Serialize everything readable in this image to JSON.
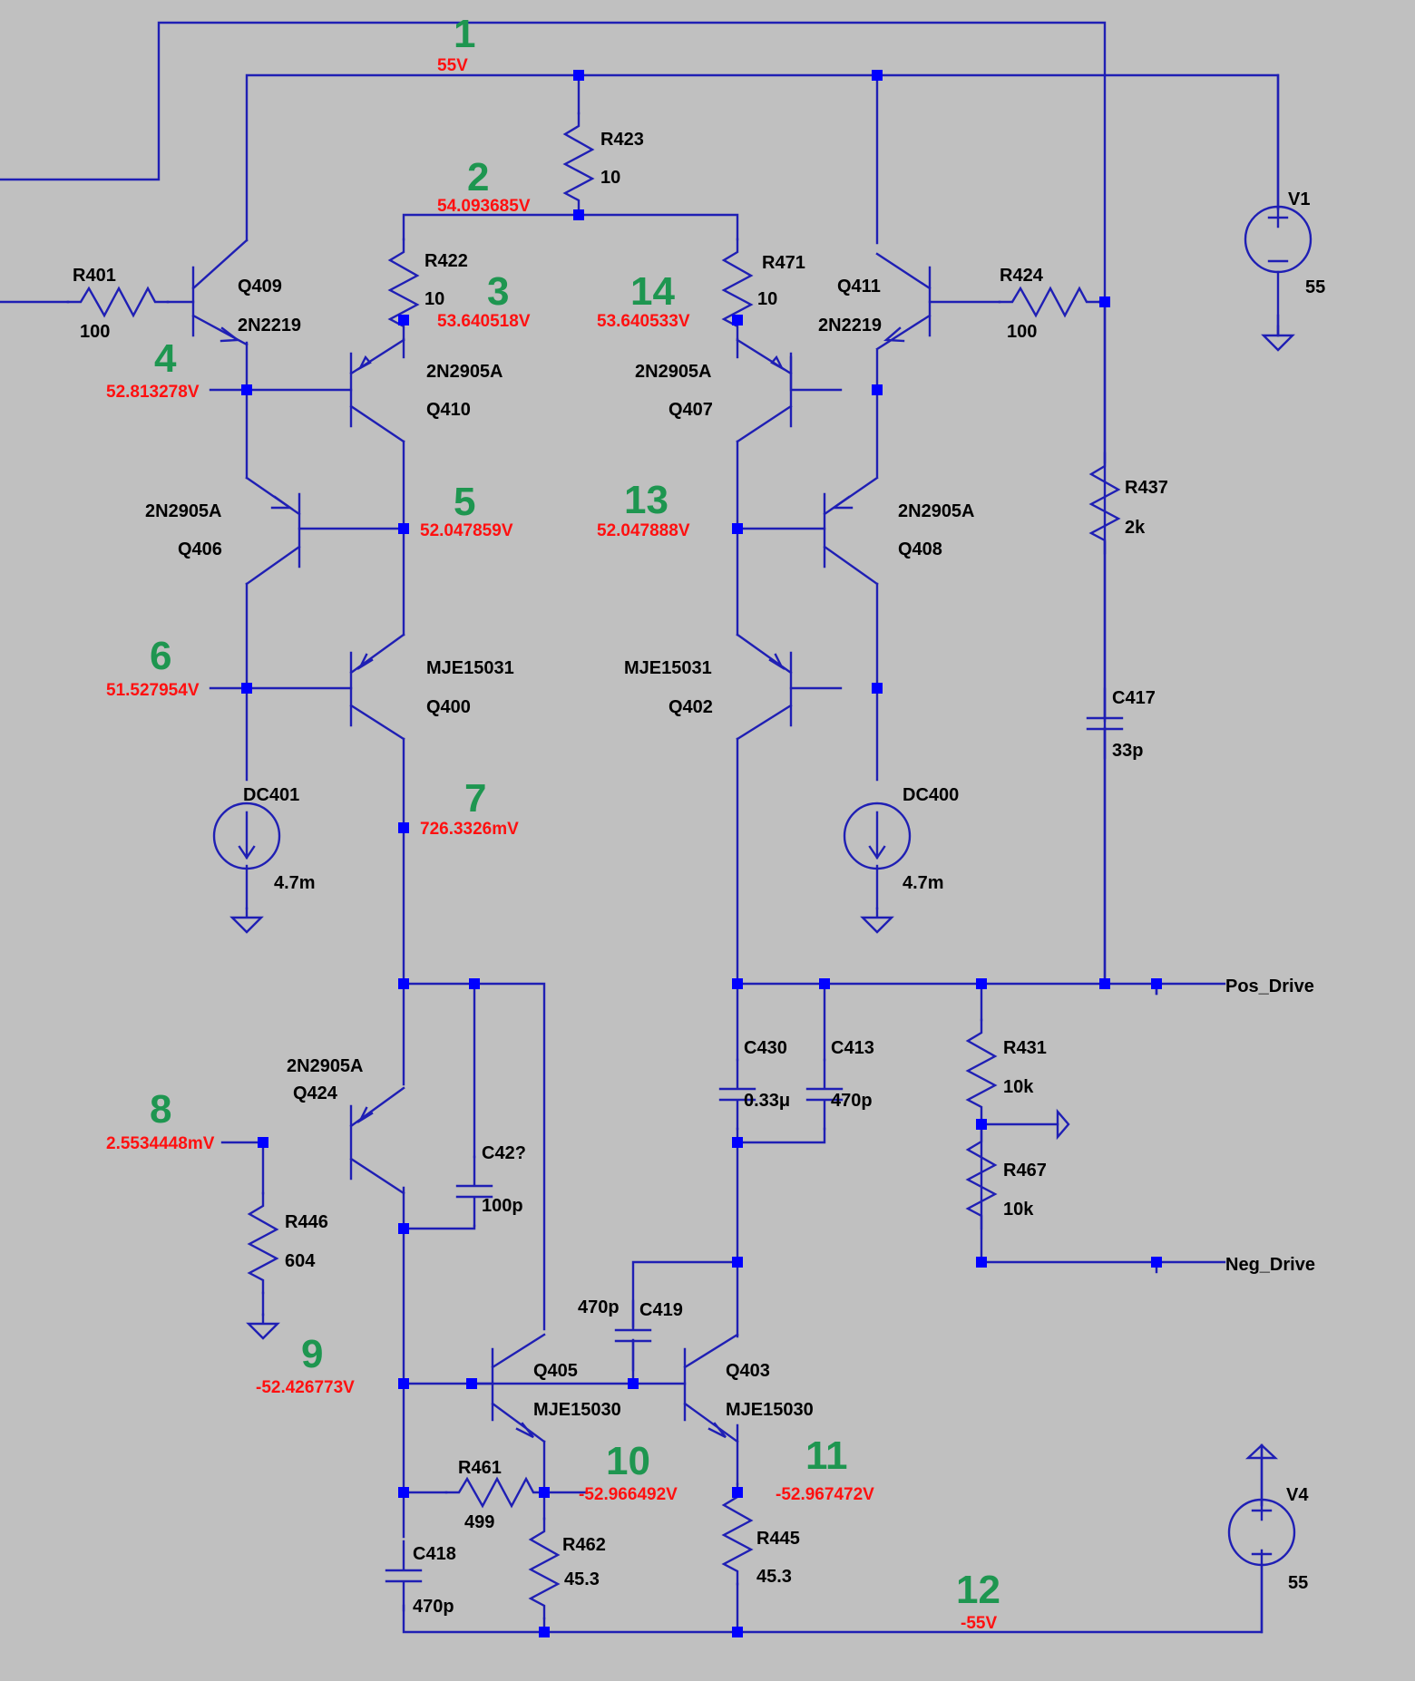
{
  "node_numbers": [
    "1",
    "2",
    "3",
    "4",
    "5",
    "6",
    "7",
    "8",
    "9",
    "10",
    "11",
    "12",
    "13",
    "14"
  ],
  "node_voltages": {
    "n1": "55V",
    "n2": "54.093685V",
    "n3": "53.640518V",
    "n4": "52.813278V",
    "n5": "52.047859V",
    "n6": "51.527954V",
    "n7": "726.3326mV",
    "n8": "2.5534448mV",
    "n9": "-52.426773V",
    "n10": "-52.966492V",
    "n11": "-52.967472V",
    "n12": "-55V",
    "n13": "52.047888V",
    "n14": "53.640533V"
  },
  "components": {
    "R401": {
      "name": "R401",
      "value": "100"
    },
    "R423": {
      "name": "R423",
      "value": "10"
    },
    "R422": {
      "name": "R422",
      "value": "10"
    },
    "R471": {
      "name": "R471",
      "value": "10"
    },
    "R424": {
      "name": "R424",
      "value": "100"
    },
    "R437": {
      "name": "R437",
      "value": "2k"
    },
    "R431": {
      "name": "R431",
      "value": "10k"
    },
    "R467": {
      "name": "R467",
      "value": "10k"
    },
    "R446": {
      "name": "R446",
      "value": "604"
    },
    "R461": {
      "name": "R461",
      "value": "499"
    },
    "R462": {
      "name": "R462",
      "value": "45.3"
    },
    "R445": {
      "name": "R445",
      "value": "45.3"
    },
    "C417": {
      "name": "C417",
      "value": "33p"
    },
    "C430": {
      "name": "C430",
      "value": "0.33μ"
    },
    "C413": {
      "name": "C413",
      "value": "470p"
    },
    "C42x": {
      "name": "C42?",
      "value": "100p"
    },
    "C419": {
      "name": "C419",
      "value": "470p"
    },
    "C418": {
      "name": "C418",
      "value": "470p"
    },
    "V1": {
      "name": "V1",
      "value": "55"
    },
    "V4": {
      "name": "V4",
      "value": "55"
    },
    "DC401": {
      "name": "DC401",
      "value": "4.7m"
    },
    "DC400": {
      "name": "DC400",
      "value": "4.7m"
    },
    "Q409": {
      "name": "Q409",
      "model": "2N2219"
    },
    "Q411": {
      "name": "Q411",
      "model": "2N2219"
    },
    "Q410": {
      "name": "Q410",
      "model": "2N2905A"
    },
    "Q407": {
      "name": "Q407",
      "model": "2N2905A"
    },
    "Q406": {
      "name": "Q406",
      "model": "2N2905A"
    },
    "Q408": {
      "name": "Q408",
      "model": "2N2905A"
    },
    "Q400": {
      "name": "Q400",
      "model": "MJE15031"
    },
    "Q402": {
      "name": "Q402",
      "model": "MJE15031"
    },
    "Q424": {
      "name": "Q424",
      "model": "2N2905A"
    },
    "Q405": {
      "name": "Q405",
      "model": "MJE15030"
    },
    "Q403": {
      "name": "Q403",
      "model": "MJE15030"
    }
  },
  "nets": {
    "pos_drive": "Pos_Drive",
    "neg_drive": "Neg_Drive"
  },
  "colors": {
    "background": "#c0c0c0",
    "wire": "#1f1fb4",
    "junction": "#0000ff",
    "voltage_text": "#ff1010",
    "node_number": "#1e9650"
  }
}
